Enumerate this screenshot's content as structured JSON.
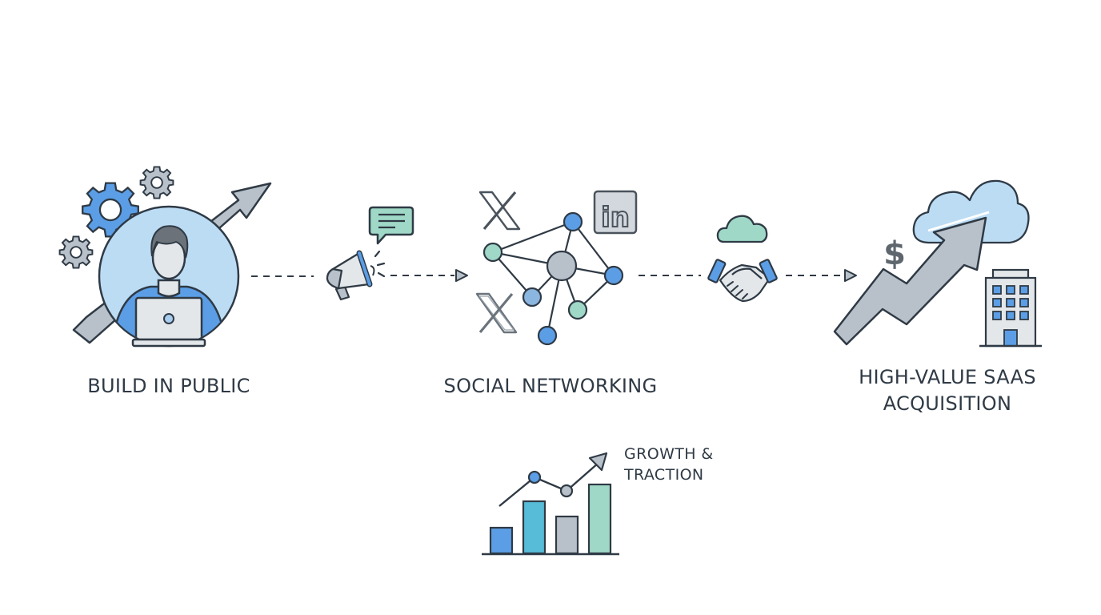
{
  "diagram": {
    "background": "#ffffff",
    "colors": {
      "stroke": "#2f3a45",
      "blue": "#5b9ee6",
      "light_blue": "#bcdcf4",
      "grey": "#b8c1ca",
      "light_grey": "#e3e7ea",
      "mint": "#9fd8c6",
      "teal": "#56bcd8"
    },
    "stages": [
      {
        "id": "build",
        "label": "BUILD IN PUBLIC",
        "icons": [
          "gear-icon",
          "person-with-laptop-icon",
          "growth-arrow-icon"
        ]
      },
      {
        "id": "promote",
        "label": "",
        "icons": [
          "megaphone-icon",
          "chat-bubble-icon"
        ]
      },
      {
        "id": "social",
        "label": "SOCIAL NETWORKING",
        "icons": [
          "x-logo-icon",
          "linkedin-logo-icon",
          "network-graph-icon"
        ]
      },
      {
        "id": "deal",
        "label": "",
        "icons": [
          "cloud-icon",
          "handshake-icon"
        ]
      },
      {
        "id": "acquisition",
        "label_line1": "HIGH-VALUE SAAS",
        "label_line2": "ACQUISITION",
        "icons": [
          "dollar-icon",
          "cloud-icon",
          "rising-arrow-icon",
          "office-building-icon"
        ]
      }
    ],
    "growth": {
      "label_line1": "GROWTH &",
      "label_line2": "TRACTION",
      "icon": "bar-chart-icon"
    },
    "connectors": [
      "dashed-arrow",
      "dashed-arrow",
      "dashed-arrow",
      "dashed-arrow"
    ],
    "social_icons": {
      "x": "X",
      "linkedin": "in"
    },
    "dollar_symbol": "$"
  }
}
